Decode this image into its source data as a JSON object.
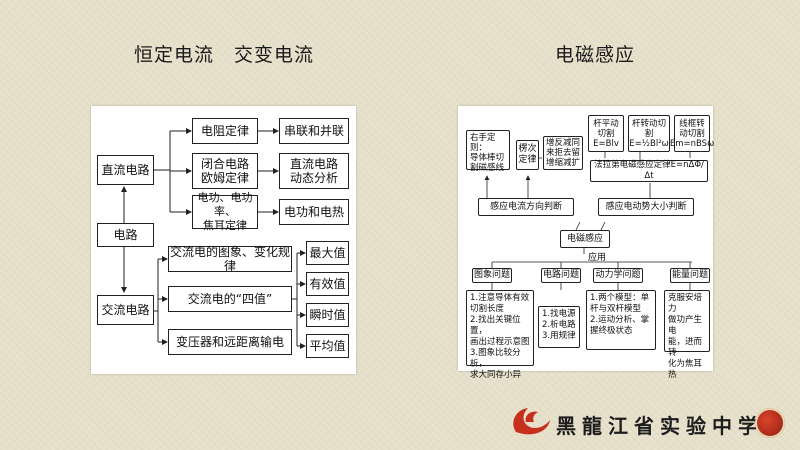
{
  "slide": {
    "left_heading": "恒定电流　交变电流",
    "right_heading": "电磁感应",
    "school_name": "黑龍江省实验中学"
  },
  "left_diagram": {
    "root": "电路",
    "dc_circuit": "直流电路",
    "ac_circuit": "交流电路",
    "resistance_law": "电阻定律",
    "closed_circuit_ohm": "闭合电路\n欧姆定律",
    "work_power_joule": "电功、电功率、\n焦耳定律",
    "series_parallel": "串联和并联",
    "dc_dynamic_analysis": "直流电路\n动态分析",
    "work_and_heat": "电功和电热",
    "ac_graph_law": "交流电的图象、变化规律",
    "ac_four_values": "交流电的“四值”",
    "transformer_transmission": "变压器和远距离输电",
    "max_value": "最大值",
    "effective_value": "有效值",
    "instant_value": "瞬时值",
    "average_value": "平均值"
  },
  "right_diagram": {
    "right_hand_rule": "右手定则：\n导体棒切\n割磁感线",
    "lenz_law": "楞次\n定律",
    "lenz_effects": "增反减同\n来拒去留\n增缩减扩",
    "rod_translate": "杆平动\n切割\nE=Blv",
    "rod_rotate": "杆转动切割\nE=½Bl²ω",
    "frame_rotate": "线框转\n动切割\nEm=nBSω",
    "faraday_law": "法拉第电磁感应定律E=nΔΦ/Δt",
    "current_direction": "感应电流方向判断",
    "emf_magnitude": "感应电动势大小判断",
    "center": "电磁感应",
    "application": "应用",
    "image_problems": "图象问题",
    "circuit_problems": "电路问题",
    "dynamics_problems": "动力学问题",
    "energy_problems": "能量问题",
    "image_detail": "1.注意导体有效\n切割长度\n2.找出关键位置，\n画出过程示意图\n3.图象比较分析，\n求大同存小异",
    "circuit_detail": "1.找电源\n2.析电路\n3.用规律",
    "dynamics_detail": "1.两个模型：单\n杆与双杆模型\n2.运动分析、掌\n握终极状态",
    "energy_detail": "克服安培力\n做功产生电\n能，进而转\n化为焦耳热"
  }
}
